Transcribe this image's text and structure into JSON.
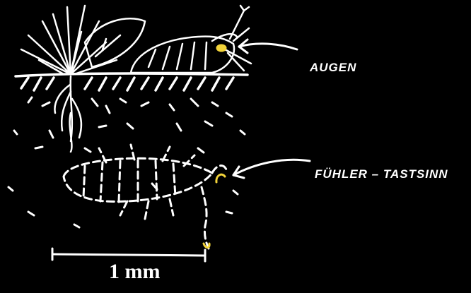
{
  "labels": {
    "eyes": "AUGEN",
    "antennae": "FÜHLER – TASTSINN"
  },
  "scale": {
    "text": "1 mm"
  },
  "colors": {
    "background": "#000000",
    "line": "#ffffff",
    "highlight": "#f2d33a"
  }
}
